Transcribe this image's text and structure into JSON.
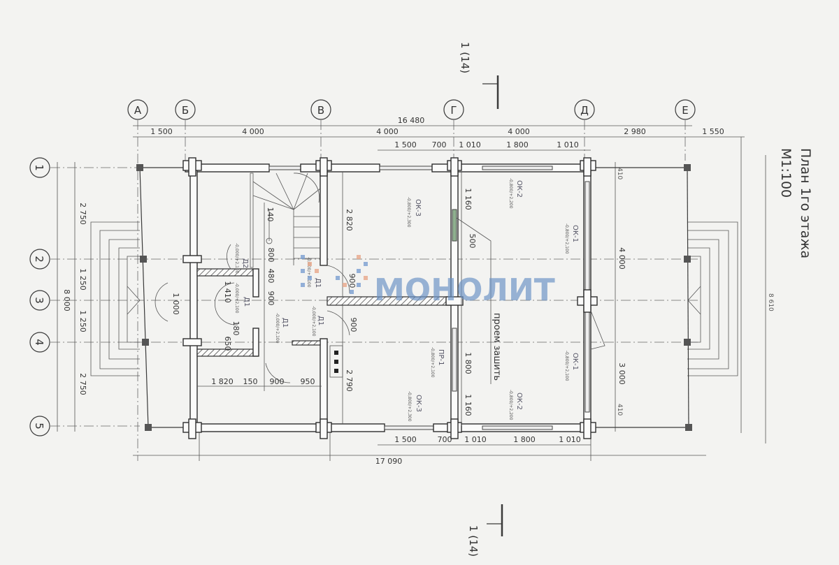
{
  "title": "План 1го этажа",
  "scale": "М1:100",
  "section_mark_top": "1 (14)",
  "section_mark_bottom": "1 (14)",
  "watermark": "МОНОЛИТ",
  "axes": {
    "letters": [
      "А",
      "Б",
      "В",
      "Г",
      "Д",
      "Е"
    ],
    "numbers": [
      "1",
      "2",
      "3",
      "4",
      "5"
    ]
  },
  "dims": {
    "top_overall": "16 480",
    "top": [
      "1 500",
      "4 000",
      "4 000",
      "4 000",
      "2 980",
      "1 550"
    ],
    "top_openings": [
      "1 500",
      "700",
      "1 010",
      "1 800",
      "1 010"
    ],
    "bottom_openings": [
      "1 500",
      "700",
      "1 010",
      "1 800",
      "1 010"
    ],
    "bottom_overall": "17 090",
    "left_overall": "8 000",
    "left": [
      "2 750",
      "1 250",
      "1 250",
      "2 750"
    ],
    "right": [
      "410",
      "4 000",
      "3 000",
      "410"
    ],
    "right_overall": "8 610",
    "interior": {
      "stair_depth": "2 820",
      "kitchen_depth": "2 790",
      "win_g_top": "1 160",
      "win_g_open": "500",
      "pr_open": "1 800",
      "win_g_bottom": "1 160",
      "bath_row": [
        "1 820",
        "150",
        "900",
        "950"
      ],
      "hall": [
        "140",
        "800",
        "480",
        "900",
        "900",
        "900"
      ],
      "wc": [
        "1 410",
        "180",
        "650"
      ],
      "porch_door": "1 000"
    }
  },
  "openings": {
    "ok3_top": {
      "mark": "ОК-3",
      "level": "-0,800/+2,300"
    },
    "ok2_top": {
      "mark": "ОК-2",
      "level": "-0,800/+2,200"
    },
    "ok1_top": {
      "mark": "ОК-1",
      "level": "-0,800/+2,100"
    },
    "ok1_bottom": {
      "mark": "ОК-1",
      "level": "-0,800/+2,100"
    },
    "ok2_bottom": {
      "mark": "ОК-2",
      "level": "-0,800/+2,200"
    },
    "ok3_bottom": {
      "mark": "ОК-3",
      "level": "-0,800/+2,300"
    },
    "pr1": {
      "mark": "ПР-1",
      "level": "-0,800/+2,100"
    },
    "d2": {
      "mark": "Д2",
      "level": "-0,000/+2,100"
    },
    "d1_a": {
      "mark": "Д1",
      "level": "-0,000/+2,100"
    },
    "d1_b": {
      "mark": "Д1",
      "level": "-0,000/+2,100"
    },
    "d1_c": {
      "mark": "Д1",
      "level": "-0,000/+2,100"
    },
    "d1_d": {
      "mark": "Д1",
      "level": "-0,000/+2,100"
    }
  },
  "note": "проем зашить"
}
